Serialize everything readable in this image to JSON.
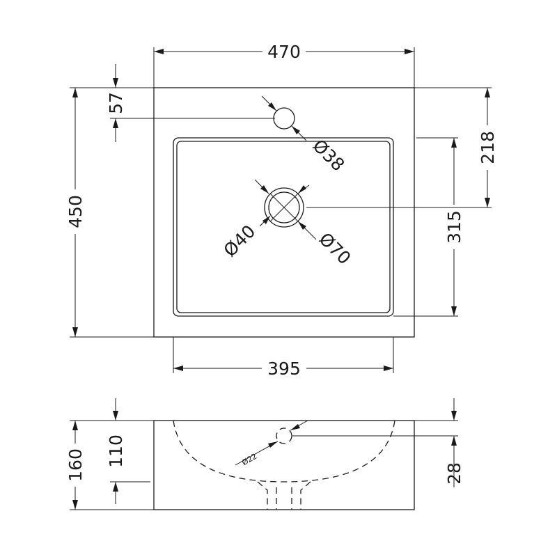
{
  "plan_view": {
    "overall_width": "470",
    "overall_depth": "450",
    "tap_hole_offset": "57",
    "tap_hole_diameter": "Ø38",
    "waste_offset_from_back": "218",
    "bowl_depth": "315",
    "bowl_width": "395",
    "waste_inner_diameter": "Ø40",
    "waste_outer_diameter": "Ø70"
  },
  "side_view": {
    "overall_height": "160",
    "bowl_height": "110",
    "overflow_diameter": "Ø22",
    "overflow_offset": "28"
  }
}
